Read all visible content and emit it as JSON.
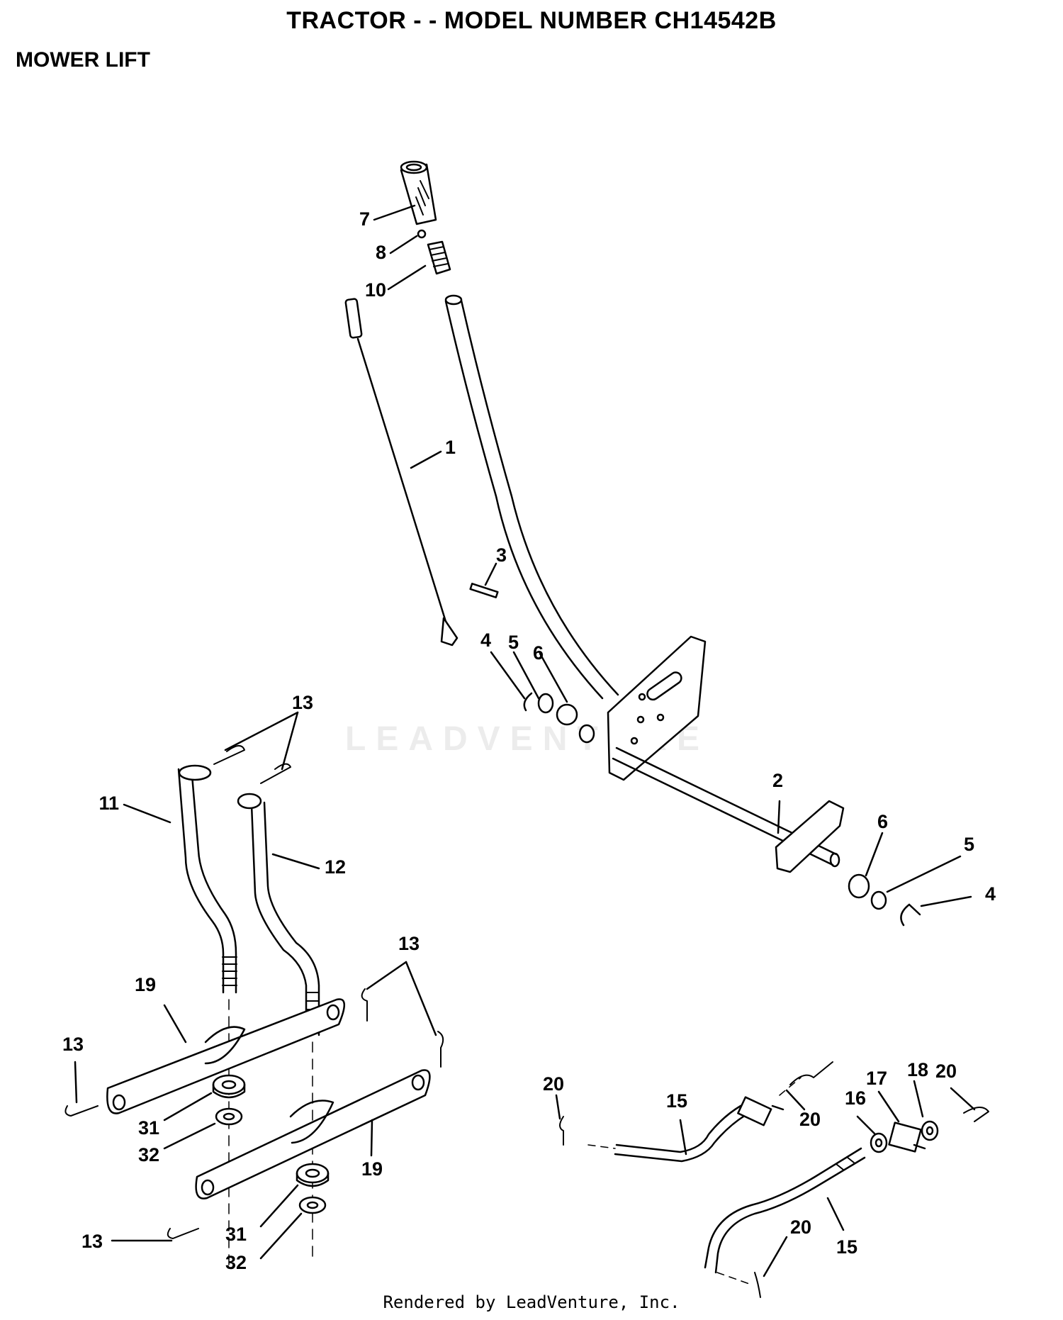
{
  "header": {
    "title": "TRACTOR - - MODEL NUMBER CH14542B",
    "section": "MOWER LIFT"
  },
  "watermark": "LEADVENTURE",
  "footer": "Rendered by LeadVenture, Inc.",
  "callouts": {
    "c7": "7",
    "c8": "8",
    "c10": "10",
    "c1": "1",
    "c3": "3",
    "c4a": "4",
    "c5a": "5",
    "c6a": "6",
    "c2": "2",
    "c6b": "6",
    "c5b": "5",
    "c4b": "4",
    "c13a": "13",
    "c11": "11",
    "c12": "12",
    "c13b": "13",
    "c19a": "19",
    "c13c": "13",
    "c31a": "31",
    "c32a": "32",
    "c19b": "19",
    "c13d": "13",
    "c31b": "31",
    "c32b": "32",
    "c20a": "20",
    "c15a": "15",
    "c20b": "20",
    "c16": "16",
    "c17": "17",
    "c18": "18",
    "c20c": "20",
    "c20d": "20",
    "c15b": "15"
  }
}
